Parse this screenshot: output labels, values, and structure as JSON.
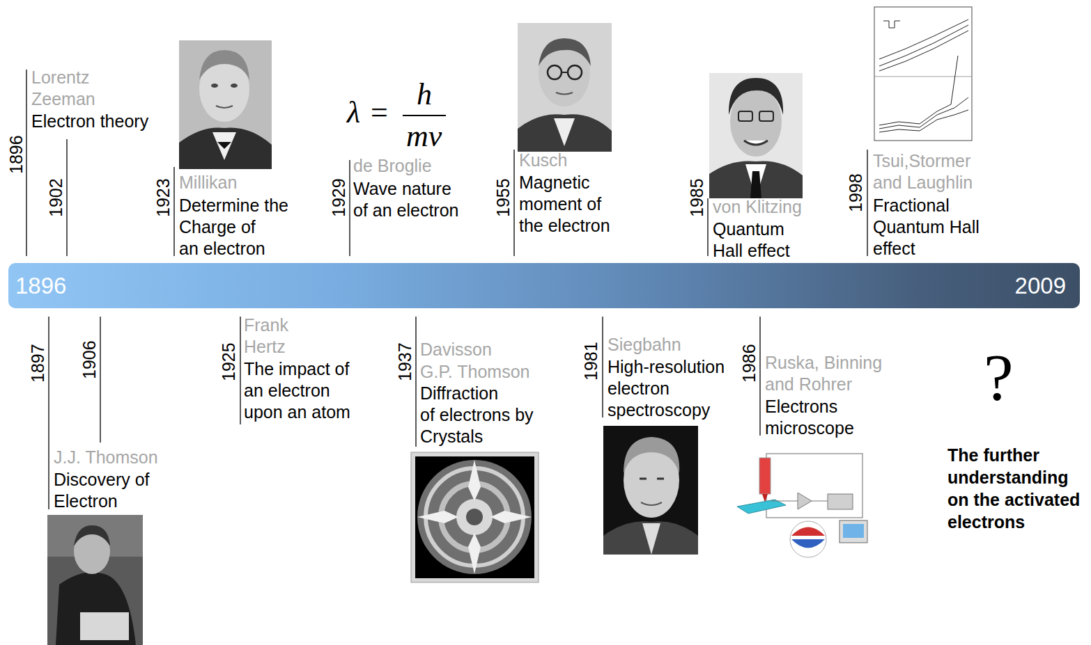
{
  "diagram": {
    "nodes": [
      {
        "text": [
          "1896",
          "2009"
        ]
      }
    ],
    "labels": [
      "1896",
      "Lorentz",
      "Zeeman",
      "Electron theory",
      "1902",
      "1923",
      "Millikan",
      "Determine the Charge of an electron",
      "λ",
      "=",
      "h",
      "mv",
      "1929",
      "de Broglie",
      "Wave nature of an electron",
      "1955",
      "Kusch",
      "Magnetic moment of the electron",
      "1985",
      "von Klitzing",
      "Quantum Hall effect",
      "1998",
      "Tsui,Stormer and Laughlin",
      "Fractional Quantum Hall effect",
      "1897",
      "J.J. Thomson",
      "Discovery of Electron",
      "1906",
      "1925",
      "Frank",
      "Hertz",
      "The impact of an electron upon an atom",
      "1937",
      "Davisson",
      "G.P. Thomson",
      "Diffraction of electrons by Crystals",
      "1981",
      "Siegbahn",
      "High-resolution electron spectroscopy",
      "1986",
      "Ruska, Binning and Rohrer",
      "Electrons microscope",
      "?",
      "The further understanding on the activated electrons"
    ]
  }
}
